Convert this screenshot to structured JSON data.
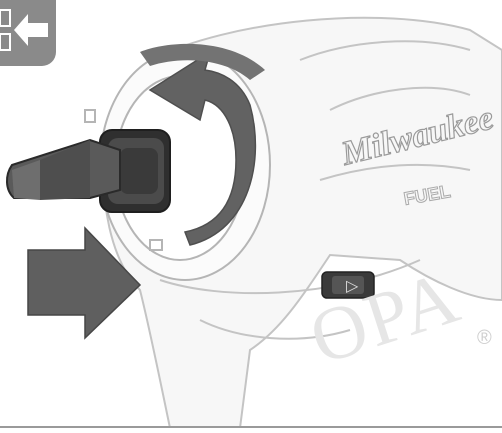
{
  "nav": {
    "icon": "back-arrow-icon"
  },
  "tool": {
    "brand_text": "Milwaukee",
    "model_mark": "FUEL",
    "switch_symbol": "▷"
  },
  "watermark": {
    "text": "OPA",
    "registered": "®"
  },
  "colors": {
    "badge": "#8a8a8a",
    "arrow": "#5f5f5f",
    "bit": "#4a4a4a",
    "outline": "#bdbdbd"
  }
}
